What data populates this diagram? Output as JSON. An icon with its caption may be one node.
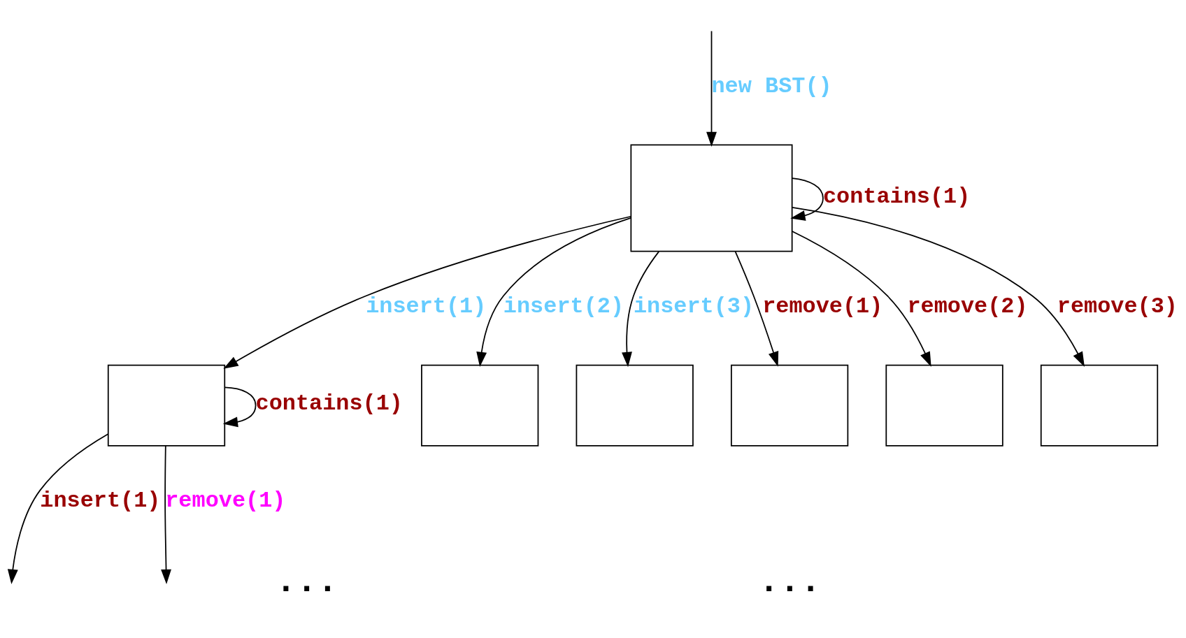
{
  "diagram": {
    "nodes": [
      {
        "text": [],
        "shape": "box"
      },
      {
        "text": [],
        "shape": "box"
      },
      {
        "text": [],
        "shape": "box"
      },
      {
        "text": [],
        "shape": "box"
      },
      {
        "text": [],
        "shape": "box"
      },
      {
        "text": [],
        "shape": "box"
      },
      {
        "text": [],
        "shape": "box"
      }
    ],
    "edges": [
      {
        "from": null,
        "to": 0,
        "arrow": "to",
        "label": "new BST()"
      },
      {
        "from": 0,
        "to": 0,
        "arrow": "to",
        "label": "contains(1)"
      },
      {
        "from": 0,
        "to": 1,
        "arrow": "to",
        "label": "insert(1)"
      },
      {
        "from": 0,
        "to": 2,
        "arrow": "to",
        "label": "insert(2)"
      },
      {
        "from": 0,
        "to": 3,
        "arrow": "to",
        "label": "insert(3)"
      },
      {
        "from": 0,
        "to": 4,
        "arrow": "to",
        "label": "remove(1)"
      },
      {
        "from": 0,
        "to": 5,
        "arrow": "to",
        "label": "remove(2)"
      },
      {
        "from": 0,
        "to": 6,
        "arrow": "to",
        "label": "remove(3)"
      },
      {
        "from": 1,
        "to": null,
        "arrow": "to",
        "label": "insert(1)"
      },
      {
        "from": 1,
        "to": null,
        "arrow": "to",
        "label": "remove(1)"
      },
      {
        "from": 1,
        "to": 1,
        "arrow": "to",
        "label": "contains(1)"
      }
    ],
    "labels": [
      "...",
      "..."
    ]
  }
}
